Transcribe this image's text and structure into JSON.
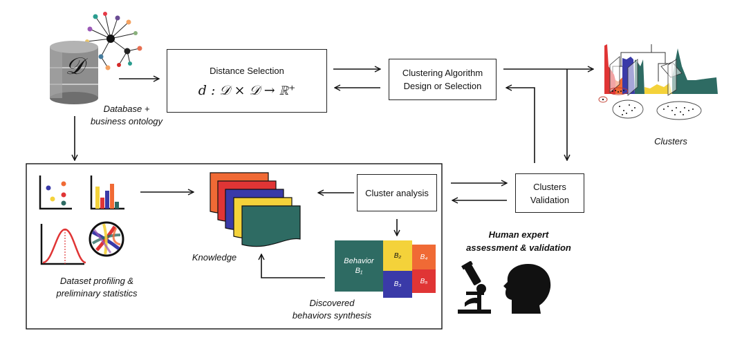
{
  "database": {
    "line1": "Database +",
    "line2": "business ontology",
    "symbol": "𝒟"
  },
  "distance_box": {
    "title": "Distance Selection",
    "formula": "d : 𝒟 × 𝒟 → ℝ⁺"
  },
  "algo_box": {
    "line1": "Clustering Algorithm",
    "line2": "Design or Selection"
  },
  "clusters_label": "Clusters",
  "profiling": {
    "line1": "Dataset profiling &",
    "line2": "preliminary statistics"
  },
  "knowledge_label": "Knowledge",
  "cluster_analysis_box": "Cluster analysis",
  "validation_box": {
    "line1": "Clusters",
    "line2": "Validation"
  },
  "behaviors": {
    "b1a": "Behavior",
    "b1b": "B₁",
    "b2": "B₂",
    "b3": "B₃",
    "b4": "B₄",
    "b5": "B₅"
  },
  "synthesis": {
    "line1": "Discovered",
    "line2": "behaviors synthesis"
  },
  "expert": {
    "line1": "Human expert",
    "line2": "assessment & validation"
  },
  "colors": {
    "teal": "#2e6b63",
    "yellow": "#f4d23a",
    "blue": "#3a3aa8",
    "red": "#e03535",
    "orange": "#f06a35",
    "gray": "#8a8a8a"
  }
}
